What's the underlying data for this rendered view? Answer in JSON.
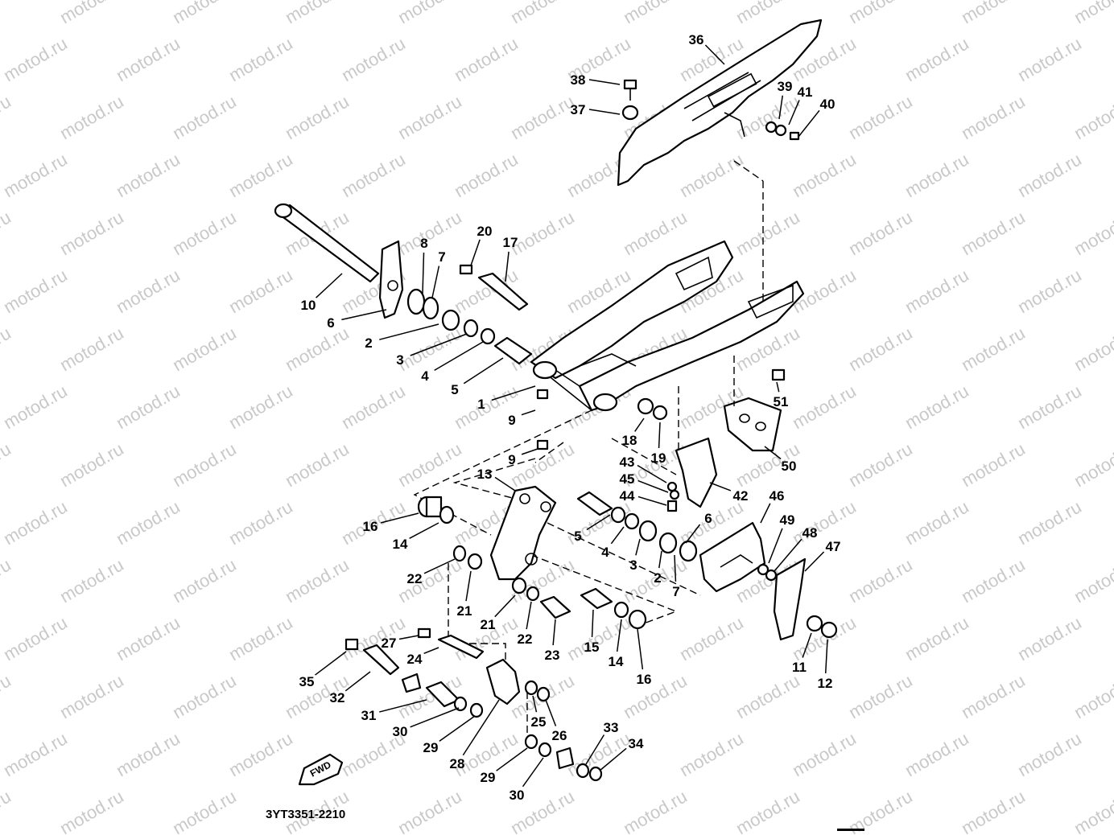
{
  "watermark": "motod.ru",
  "diagram_code": "3YT3351-2210",
  "fwd_label": "FWD",
  "callouts": [
    {
      "label": "36"
    },
    {
      "label": "38"
    },
    {
      "label": "37"
    },
    {
      "label": "39"
    },
    {
      "label": "41"
    },
    {
      "label": "40"
    },
    {
      "label": "20"
    },
    {
      "label": "17"
    },
    {
      "label": "8"
    },
    {
      "label": "7"
    },
    {
      "label": "10"
    },
    {
      "label": "6"
    },
    {
      "label": "2"
    },
    {
      "label": "3"
    },
    {
      "label": "4"
    },
    {
      "label": "5"
    },
    {
      "label": "1"
    },
    {
      "label": "9"
    },
    {
      "label": "9"
    },
    {
      "label": "51"
    },
    {
      "label": "18"
    },
    {
      "label": "19"
    },
    {
      "label": "50"
    },
    {
      "label": "43"
    },
    {
      "label": "45"
    },
    {
      "label": "44"
    },
    {
      "label": "42"
    },
    {
      "label": "46"
    },
    {
      "label": "13"
    },
    {
      "label": "16"
    },
    {
      "label": "14"
    },
    {
      "label": "5"
    },
    {
      "label": "4"
    },
    {
      "label": "3"
    },
    {
      "label": "2"
    },
    {
      "label": "6"
    },
    {
      "label": "7"
    },
    {
      "label": "49"
    },
    {
      "label": "48"
    },
    {
      "label": "47"
    },
    {
      "label": "22"
    },
    {
      "label": "21"
    },
    {
      "label": "21"
    },
    {
      "label": "22"
    },
    {
      "label": "23"
    },
    {
      "label": "15"
    },
    {
      "label": "14"
    },
    {
      "label": "16"
    },
    {
      "label": "11"
    },
    {
      "label": "12"
    },
    {
      "label": "27"
    },
    {
      "label": "24"
    },
    {
      "label": "35"
    },
    {
      "label": "32"
    },
    {
      "label": "31"
    },
    {
      "label": "30"
    },
    {
      "label": "29"
    },
    {
      "label": "28"
    },
    {
      "label": "25"
    },
    {
      "label": "26"
    },
    {
      "label": "33"
    },
    {
      "label": "34"
    },
    {
      "label": "29"
    },
    {
      "label": "30"
    }
  ]
}
